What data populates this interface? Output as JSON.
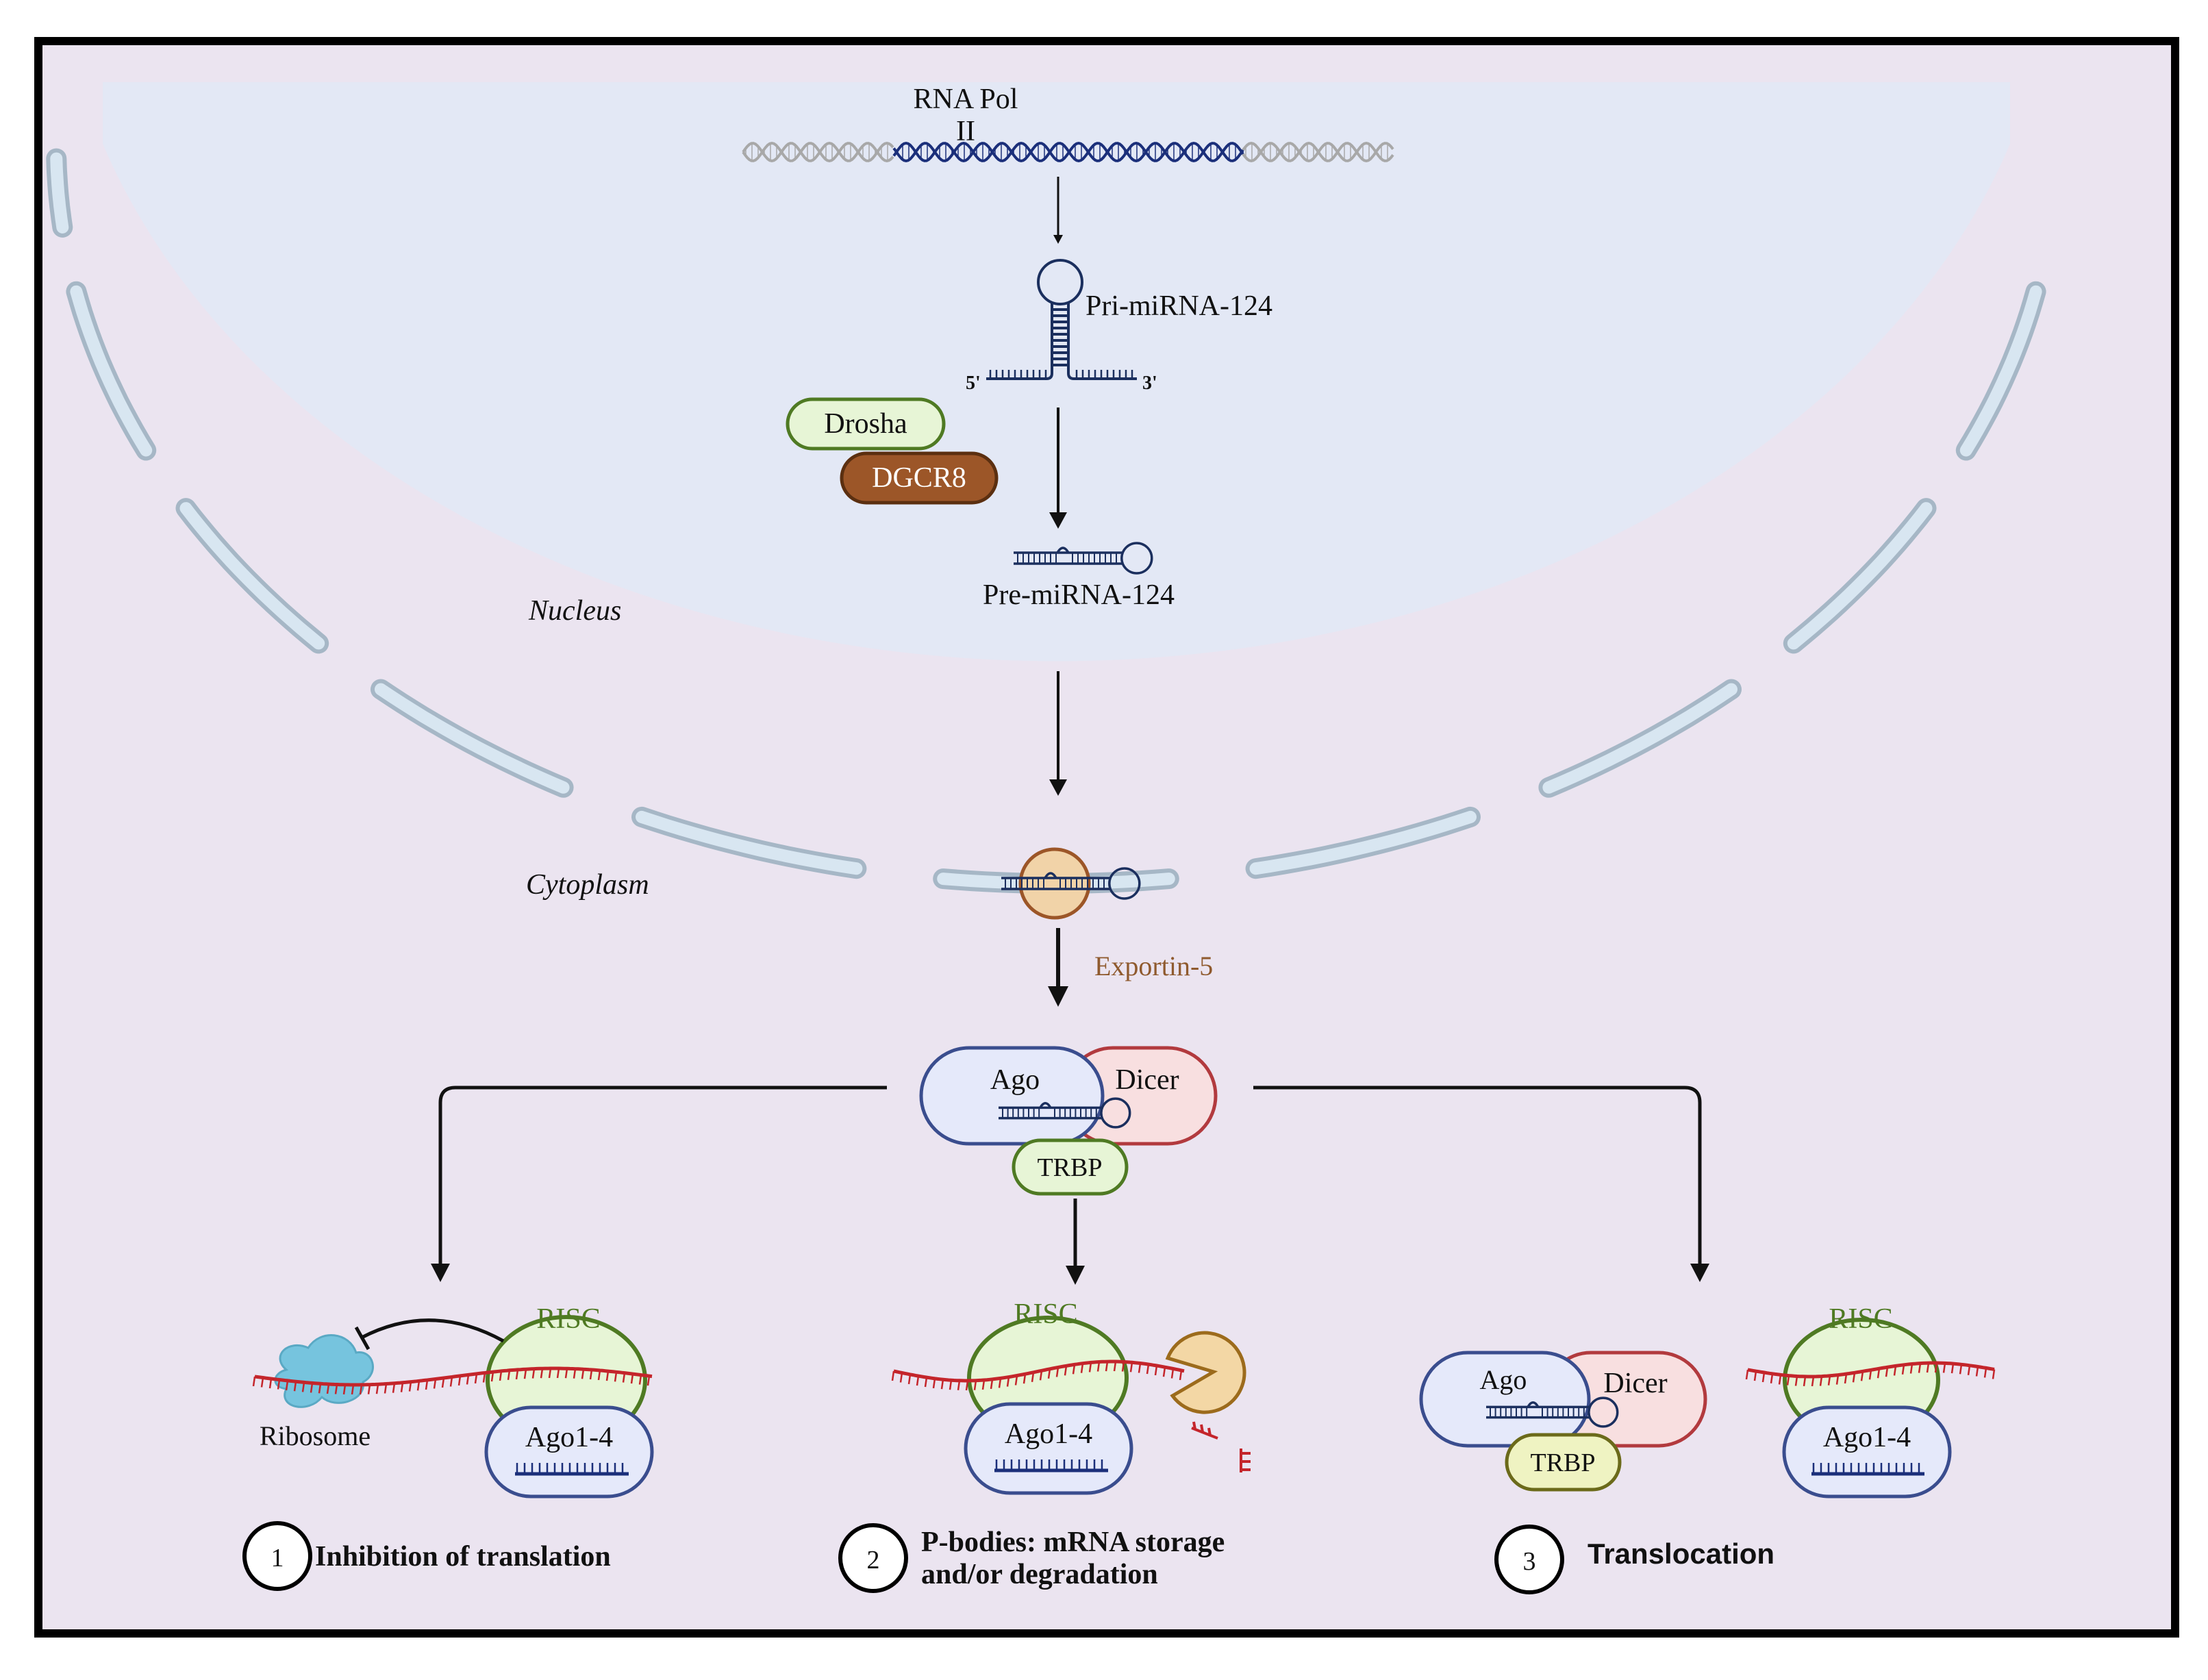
{
  "colors": {
    "background": "#ebe4f0",
    "nucleus": "#e3e8f5",
    "envelope_fill": "#d4e3ef",
    "envelope_stroke": "#a6b7c6",
    "dna_dark": "#1b2f7a",
    "dna_light": "#a8a8a8",
    "rna_red": "#c4252b",
    "green_fill": "#e7f5d6",
    "green_stroke": "#4f7a23",
    "brown_fill": "#9c5628",
    "ago_fill": "#e5e9fa",
    "ago_stroke": "#3a4d8e",
    "dicer_fill": "#f8dfe0",
    "dicer_stroke": "#b23a3e",
    "exportin_fill": "#f1d3a8",
    "exportin_stroke": "#9c5628",
    "trbp_fill": "#eff3c2",
    "ribosome": "#76c4de",
    "pacman_fill": "#f3d7a5",
    "pacman_stroke": "#9c6b1c",
    "risc_text": "#4f7a23",
    "exportin_text": "#8f5a2e"
  },
  "labels": {
    "rna_pol_line1": "RNA Pol",
    "rna_pol_line2": "II",
    "pri_mirna": "Pri-miRNA-124",
    "five_prime": "5'",
    "three_prime": "3'",
    "drosha": "Drosha",
    "dgcr8": "DGCR8",
    "pre_mirna": "Pre-miRNA-124",
    "nucleus": "Nucleus",
    "cytoplasm": "Cytoplasm",
    "exportin": "Exportin-5",
    "ago": "Ago",
    "dicer": "Dicer",
    "trbp": "TRBP",
    "risc": "RISC",
    "ago14": "Ago1-4",
    "ribosome": "Ribosome"
  },
  "steps": [
    {
      "number": "1",
      "title_line1": "Inhibition of translation",
      "title_line2": ""
    },
    {
      "number": "2",
      "title_line1": "P-bodies: mRNA storage",
      "title_line2": "and/or degradation"
    },
    {
      "number": "3",
      "title_line1": "Translocation",
      "title_line2": ""
    }
  ]
}
